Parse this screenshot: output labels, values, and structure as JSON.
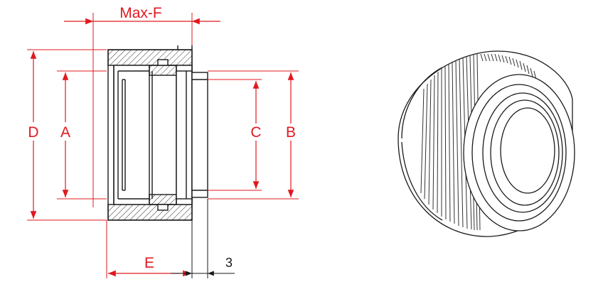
{
  "colors": {
    "dimension": "#e0191f",
    "outline": "#1a1a1a",
    "hatch": "#333333",
    "background": "#ffffff"
  },
  "drawing": {
    "dimensions": {
      "max_f": "Max-F",
      "a": "A",
      "b": "B",
      "c": "C",
      "d": "D",
      "e": "E",
      "three": "3"
    },
    "views": [
      "section-view",
      "isometric-view"
    ]
  }
}
